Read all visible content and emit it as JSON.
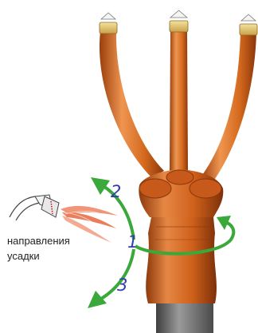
{
  "caption": {
    "line1": "направления",
    "line2": "усадки"
  },
  "steps": {
    "step1": "1",
    "step2": "2",
    "step3": "3"
  },
  "colors": {
    "sleeve": "#d4691d",
    "sleeve_dark": "#9c3f0d",
    "sleeve_light": "#ee9550",
    "arrow": "#3aa83a",
    "number": "#2f3db0",
    "flame": "#f08a6a",
    "cable": "#6f6f70"
  }
}
